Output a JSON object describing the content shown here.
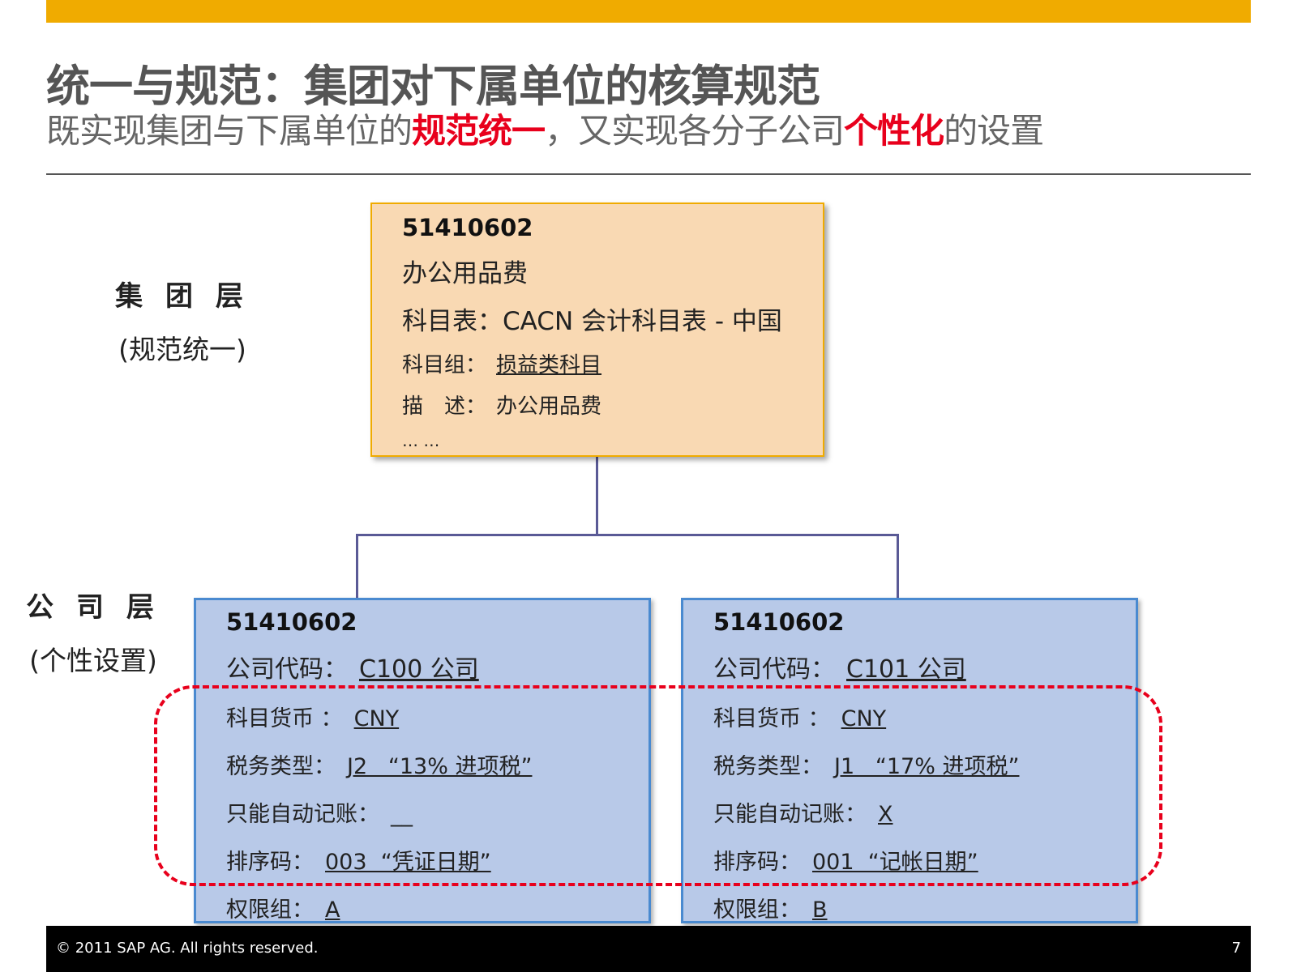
{
  "header": {
    "title": "统一与规范：集团对下属单位的核算规范",
    "subtitle_part1": "既实现集团与下属单位的",
    "subtitle_highlight1": "规范统一",
    "subtitle_part2": "，又实现各分子公司",
    "subtitle_highlight2": "个性化",
    "subtitle_part3": "的设置",
    "highlight_color": "#e8001c",
    "accent_color": "#f0ab00"
  },
  "group_layer": {
    "name": "集 团 层",
    "sub": "(规范统一)"
  },
  "company_layer": {
    "name": "公 司 层",
    "sub": "(个性设置)"
  },
  "group_box": {
    "code": "51410602",
    "name": "办公用品费",
    "chart_label": "科目表：",
    "chart_value": "CACN 会计科目表 - 中国",
    "group_label": "科目组：",
    "group_value": "损益类科目",
    "desc_label": "描　述：",
    "desc_value": "办公用品费",
    "ellipsis": "… …"
  },
  "company_boxes": [
    {
      "code": "51410602",
      "company_label": "公司代码：",
      "company_value": "C100 公司",
      "currency_label": "科目货币 ：",
      "currency_value": "CNY",
      "tax_label": "税务类型：",
      "tax_value": "J2   “13% 进项税”",
      "auto_label": "只能自动记账：",
      "auto_value": "__",
      "sort_label": "排序码：",
      "sort_value": "003  “凭证日期”",
      "auth_label": "权限组：",
      "auth_value": "A",
      "ellipsis": "……"
    },
    {
      "code": "51410602",
      "company_label": "公司代码：",
      "company_value": "C101 公司",
      "currency_label": "科目货币 ：",
      "currency_value": "CNY",
      "tax_label": "税务类型：",
      "tax_value": "J1   “17% 进项税”",
      "auto_label": "只能自动记账：",
      "auto_value": "X",
      "sort_label": "排序码：",
      "sort_value": "001  “记帐日期”",
      "auth_label": "权限组：",
      "auth_value": "B",
      "ellipsis": "……"
    }
  ],
  "footer": {
    "copyright": "© 2011 SAP AG. All rights reserved.",
    "page": "7"
  }
}
